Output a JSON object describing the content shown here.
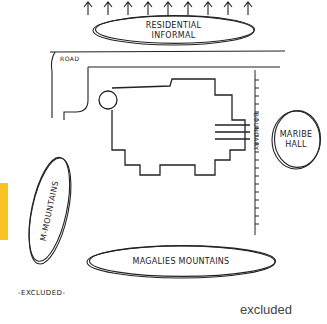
{
  "diagram": {
    "nodes": [
      {
        "text": [
          "RESIDENTIAL INFORMAL"
        ]
      },
      {
        "text": [
          "MARIBE HALL"
        ]
      },
      {
        "text": [
          "M-MOUNTAINS"
        ]
      },
      {
        "text": [
          "MAGALIES MOUNTAINS"
        ]
      }
    ],
    "labels": [
      "ROAD",
      "BOUNDARY",
      "-EXCLUDED-",
      "excluded"
    ]
  }
}
